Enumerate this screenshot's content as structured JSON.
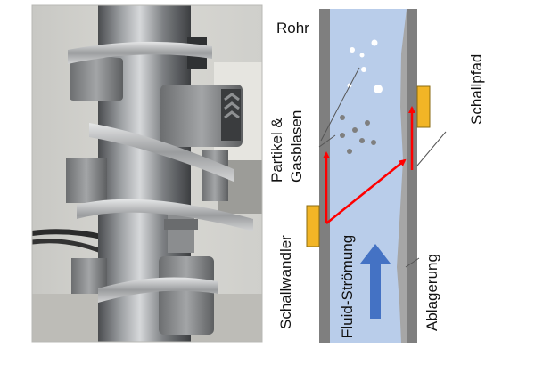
{
  "photo": {
    "subject": "ultrasonic clamp-on transducers mounted on a vertical stainless steel pipe"
  },
  "diagram": {
    "labels": {
      "pipe": "Rohr",
      "particles": "Partikel &",
      "bubbles": "Gasblasen",
      "transducer": "Schallwandler",
      "flow": "Fluid-Strömung",
      "deposit": "Ablagerung",
      "sound_path": "Schallpfad"
    },
    "colors": {
      "fluid": "#b9cdea",
      "wall": "#7f7f7f",
      "transducer": "#f2b526",
      "sound_path": "#ff0000",
      "flow_arrow": "#4472c4"
    }
  }
}
